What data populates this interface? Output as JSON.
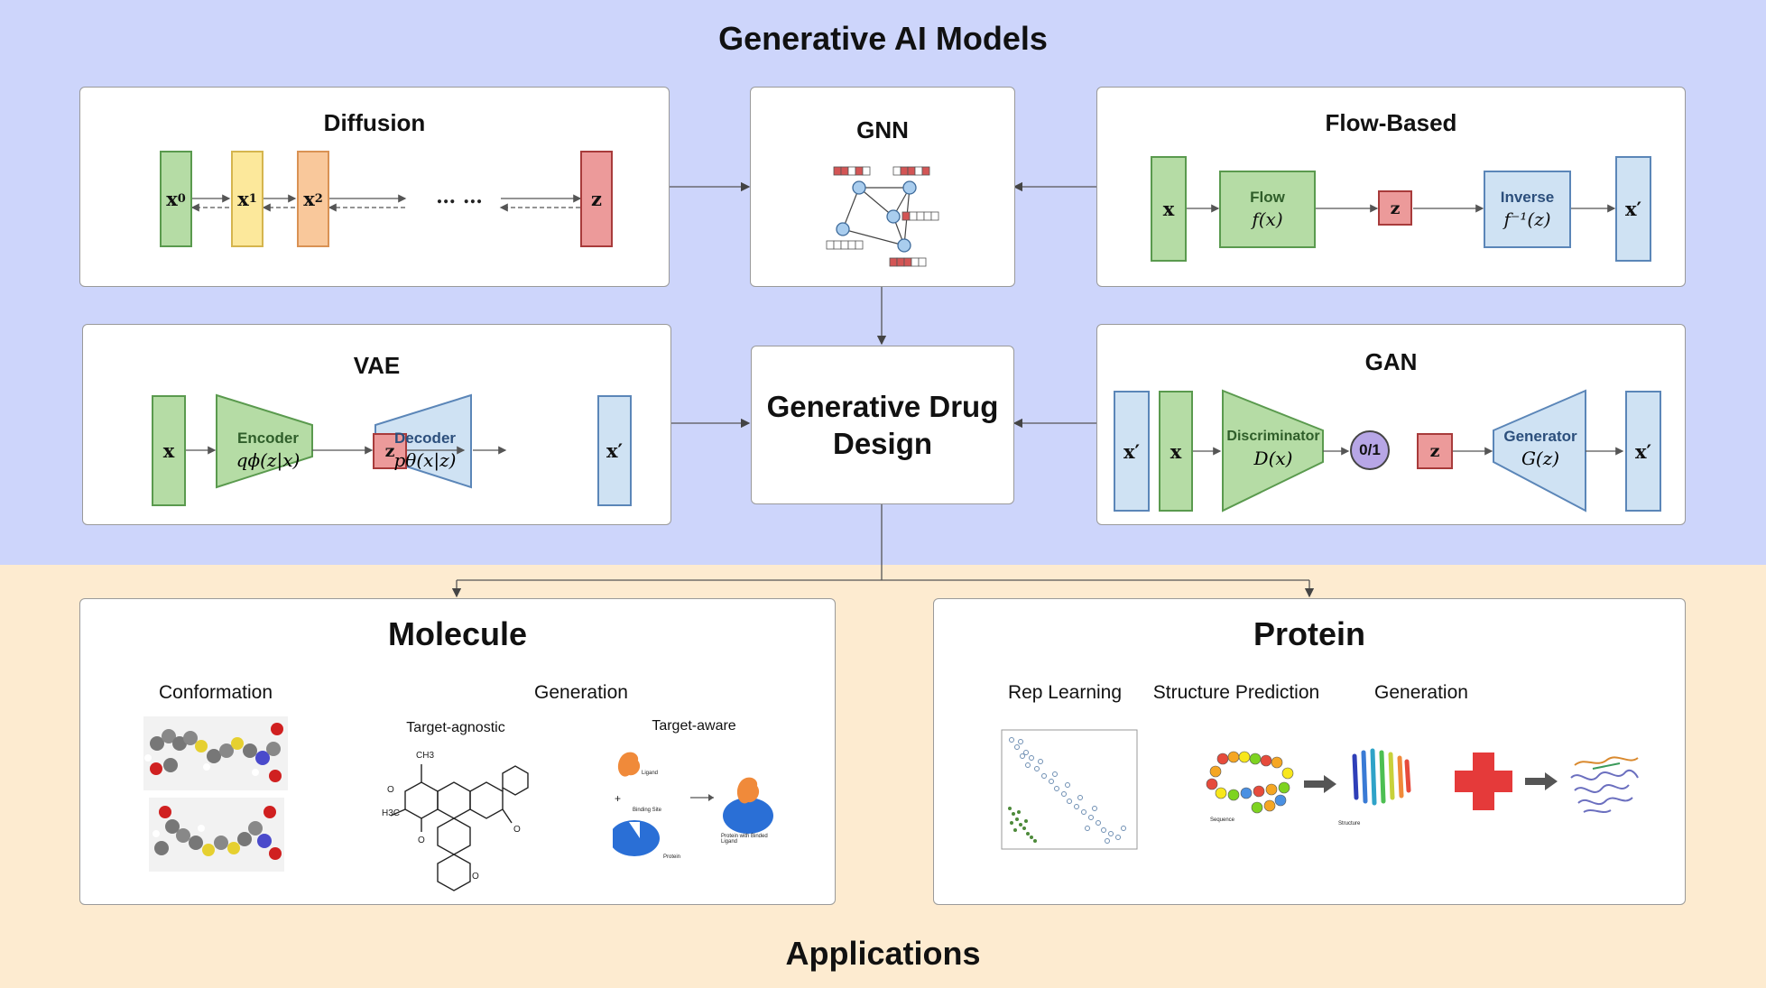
{
  "header": {
    "title": "Generative AI Models"
  },
  "footer": {
    "title": "Applications"
  },
  "center": {
    "label": "Generative Drug Design"
  },
  "models": {
    "diffusion": {
      "title": "Diffusion",
      "x0": "x",
      "x0_sub": "0",
      "x1": "x",
      "x1_sub": "1",
      "x2": "x",
      "x2_sub": "2",
      "ellipsis": "… …",
      "z": "z"
    },
    "gnn": {
      "title": "GNN"
    },
    "flow": {
      "title": "Flow-Based",
      "x": "x",
      "flow_label": "Flow",
      "flow_math": "f(x)",
      "z": "z",
      "inverse_label": "Inverse",
      "inverse_math": "f⁻¹(z)",
      "x_prime": "x′"
    },
    "vae": {
      "title": "VAE",
      "x": "x",
      "encoder_label": "Encoder",
      "encoder_math": "qϕ(z|x)",
      "z": "z",
      "decoder_label": "Decoder",
      "decoder_math": "pθ(x|z)",
      "x_prime": "x′"
    },
    "gan": {
      "title": "GAN",
      "x_prime_in": "x′",
      "x": "x",
      "disc_label": "Discriminator",
      "disc_math": "D(x)",
      "output": "0/1",
      "z": "z",
      "gen_label": "Generator",
      "gen_math": "G(z)",
      "x_prime_out": "x′"
    }
  },
  "applications": {
    "molecule": {
      "title": "Molecule",
      "conformation": "Conformation",
      "generation": "Generation",
      "target_agnostic": "Target-agnostic",
      "target_aware": "Target-aware",
      "ligand": "Ligand",
      "binding_site": "Binding Site",
      "protein": "Protein",
      "protein_binded": "Protein with Binded Ligand",
      "ch3": "CH3",
      "h3c": "H3C"
    },
    "protein": {
      "title": "Protein",
      "rep_learning": "Rep Learning",
      "structure_prediction": "Structure Prediction",
      "generation": "Generation",
      "sequence": "Sequence",
      "structure": "Structure"
    }
  },
  "colors": {
    "top_band": "#cdd5fb",
    "bottom_band": "#fdebd0",
    "green": "#b5dca5",
    "yellow": "#fce89b",
    "orange": "#f9c89b",
    "red": "#ec9a9a",
    "blue": "#cfe2f3",
    "purple": "#b7a6e6"
  }
}
